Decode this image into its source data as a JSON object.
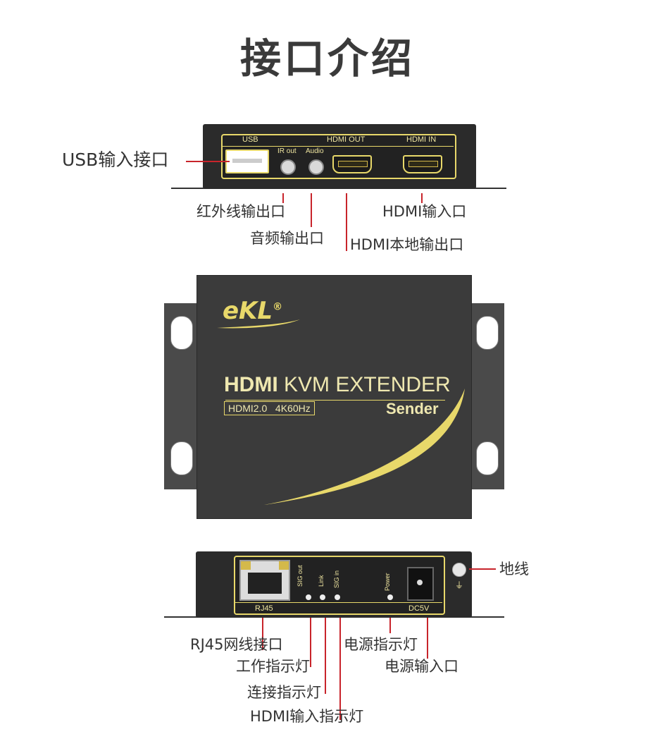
{
  "title": "接口介绍",
  "top_panel": {
    "labels": {
      "usb": "USB",
      "hdmi_out": "HDMI OUT",
      "hdmi_in": "HDMI IN",
      "ir_out": "IR out",
      "audio": "Audio"
    },
    "callouts": {
      "usb": "USB输入接口",
      "ir_out": "红外线输出口",
      "audio": "音频输出口",
      "hdmi_in": "HDMI输入口",
      "hdmi_out": "HDMI本地输出口"
    }
  },
  "device": {
    "brand": "eKL",
    "registered": "®",
    "product_bold": "HDMI",
    "product_rest": " KVM EXTENDER",
    "badge": "HDMI2.0   4K60Hz",
    "role": "Sender"
  },
  "bottom_panel": {
    "labels": {
      "rj45": "RJ45",
      "sig_out": "SIG out",
      "link": "Link",
      "sig_in": "SIG in",
      "power": "Power",
      "dc5v": "DC5V"
    },
    "callouts": {
      "ground": "地线",
      "rj45": "RJ45网线接口",
      "work_led": "工作指示灯",
      "link_led": "连接指示灯",
      "hdmi_in_led": "HDMI输入指示灯",
      "power_led": "电源指示灯",
      "power_in": "电源输入口"
    }
  },
  "colors": {
    "accent_red": "#c8242b",
    "gold": "#e8d86a",
    "body": "#2b2b2b"
  }
}
